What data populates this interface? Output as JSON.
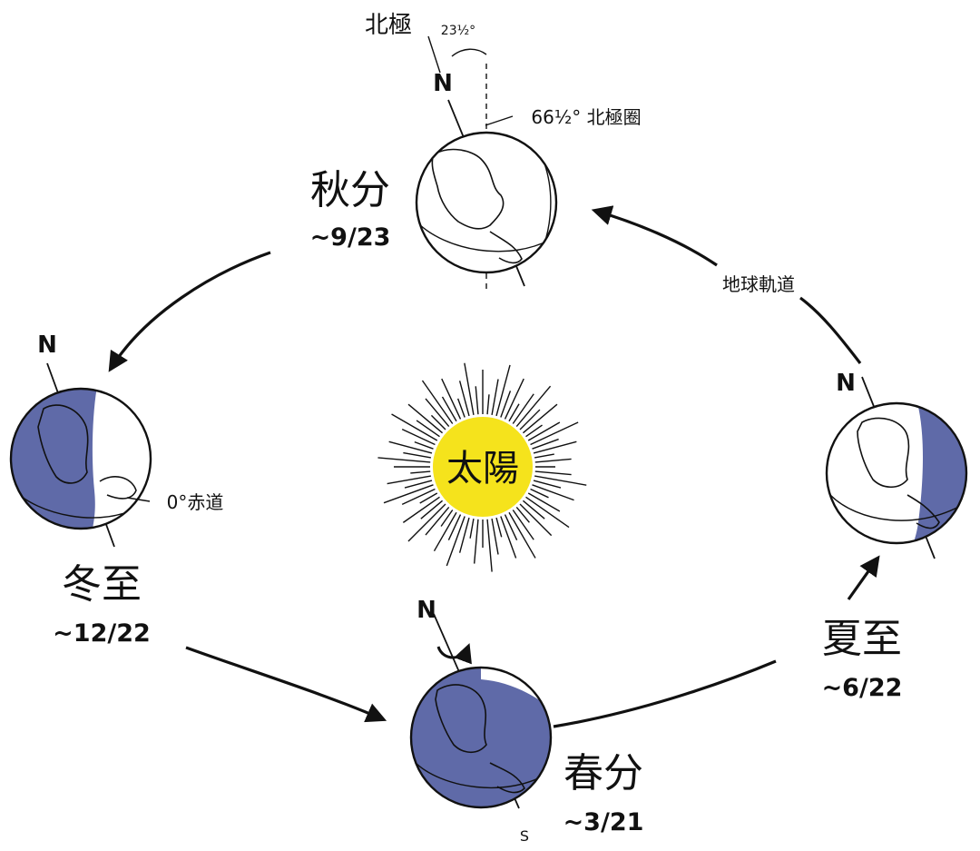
{
  "colors": {
    "night_shade": "#5f6aa8",
    "sun_fill": "#f5e31c",
    "ink": "#111111"
  },
  "sun": {
    "label": "太陽"
  },
  "orbit": {
    "label": "地球軌道"
  },
  "annotations": {
    "north_pole": "北極",
    "tilt_angle": "23½°",
    "arctic_circle": "66½° 北極圈",
    "equator": "0°赤道"
  },
  "positions": {
    "autumn": {
      "name": "秋分",
      "date": "~9/23",
      "north": "N"
    },
    "winter": {
      "name": "冬至",
      "date": "~12/22",
      "north": "N"
    },
    "spring": {
      "name": "春分",
      "date": "~3/21",
      "north": "N",
      "south": "S"
    },
    "summer": {
      "name": "夏至",
      "date": "~6/22",
      "north": "N"
    }
  },
  "icons": [
    "sun-icon",
    "orbit-arrow-icon",
    "earth-globe-icon",
    "rotation-arrow-icon"
  ]
}
